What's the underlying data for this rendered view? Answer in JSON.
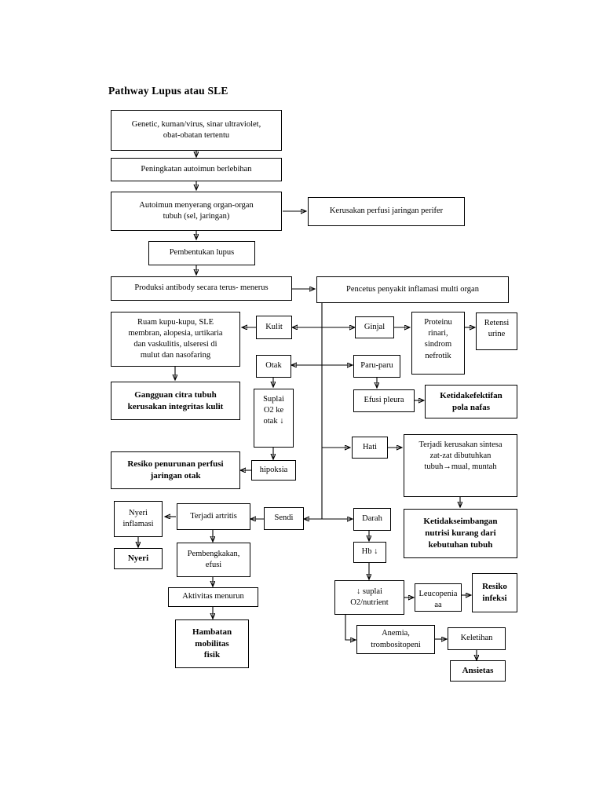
{
  "title": "Pathway Lupus atau SLE",
  "diagram": {
    "type": "flowchart",
    "nodes": {
      "n1": {
        "label": "Genetic, kuman/virus, sinar ultraviolet,\nobat-obatan tertentu"
      },
      "n2": {
        "label": "Peningkatan autoimun berlebihan"
      },
      "n3": {
        "label": "Autoimun menyerang organ-organ\ntubuh (sel, jaringan)"
      },
      "n4": {
        "label": "Kerusakan perfusi jaringan perifer"
      },
      "n5": {
        "label": "Pembentukan lupus"
      },
      "n6": {
        "label": "Produksi antibody secara terus- menerus"
      },
      "n7": {
        "label": "Pencetus penyakit inflamasi multi organ"
      },
      "n8": {
        "label": "Ruam kupu-kupu, SLE\nmembran, alopesia, urtikaria\ndan vaskulitis, ulseresi di\nmulut dan nasofaring"
      },
      "n9": {
        "label": "Kulit"
      },
      "n10": {
        "label": "Ginjal"
      },
      "n11": {
        "label": "Proteinu\nrinari,\nsindrom\nnefrotik"
      },
      "n12": {
        "label": "Retensi\nurine"
      },
      "n13": {
        "label": "Otak"
      },
      "n14": {
        "label": "Paru-paru"
      },
      "n15": {
        "label": "Gangguan citra tubuh\nkerusakan integritas kulit"
      },
      "n16": {
        "label": "Suplai\nO2 ke\notak ↓"
      },
      "n17": {
        "label": "Efusi pleura"
      },
      "n18": {
        "label": "Ketidakefektifan\npola nafas"
      },
      "n19": {
        "label": "Hati"
      },
      "n20": {
        "label": "Terjadi kerusakan sintesa\nzat-zat dibutuhkan\ntubuh→mual, muntah"
      },
      "n21": {
        "label": "Resiko penurunan perfusi\njaringan otak"
      },
      "n22": {
        "label": "hipoksia"
      },
      "n23": {
        "label": "Nyeri\ninflamasi"
      },
      "n24": {
        "label": "Terjadi artritis"
      },
      "n25": {
        "label": "Sendi"
      },
      "n26": {
        "label": "Darah"
      },
      "n27": {
        "label": "Ketidakseimbangan\nnutrisi kurang dari\nkebutuhan tubuh"
      },
      "n28": {
        "label": "Nyeri"
      },
      "n29": {
        "label": "Pembengkakan,\nefusi"
      },
      "n30": {
        "label": "Hb ↓"
      },
      "n31": {
        "label": "Aktivitas menurun"
      },
      "n32": {
        "label": "↓ suplai\nO2/nutrient"
      },
      "n33": {
        "label": "Leucopenia\naa"
      },
      "n34": {
        "label": "Resiko\ninfeksi"
      },
      "n35": {
        "label": "Hambatan\nmobilitas\nfisik"
      },
      "n36": {
        "label": "Anemia,\ntrombositopeni"
      },
      "n37": {
        "label": "Keletihan"
      },
      "n38": {
        "label": "Ansietas"
      }
    },
    "edges": [
      {
        "from": "n1",
        "to": "n2",
        "kind": "arrow"
      },
      {
        "from": "n2",
        "to": "n3",
        "kind": "arrow"
      },
      {
        "from": "n3",
        "to": "n4",
        "kind": "arrow"
      },
      {
        "from": "n3",
        "to": "n5",
        "kind": "arrow"
      },
      {
        "from": "n5",
        "to": "n6",
        "kind": "arrow"
      },
      {
        "from": "n6",
        "to": "n7",
        "kind": "arrow"
      },
      {
        "from": "n7",
        "to": "n9",
        "kind": "arrow"
      },
      {
        "from": "n7",
        "to": "n10",
        "kind": "arrow"
      },
      {
        "from": "n7",
        "to": "n13",
        "kind": "arrow"
      },
      {
        "from": "n7",
        "to": "n14",
        "kind": "arrow"
      },
      {
        "from": "n7",
        "to": "n19",
        "kind": "arrow"
      },
      {
        "from": "n7",
        "to": "n25",
        "kind": "arrow"
      },
      {
        "from": "n7",
        "to": "n26",
        "kind": "arrow"
      },
      {
        "from": "n9",
        "to": "n8",
        "kind": "arrow"
      },
      {
        "from": "n8",
        "to": "n15",
        "kind": "arrow"
      },
      {
        "from": "n10",
        "to": "n11",
        "kind": "arrow"
      },
      {
        "from": "n11",
        "to": "n12",
        "kind": "arrow"
      },
      {
        "from": "n13",
        "to": "n16",
        "kind": "arrow"
      },
      {
        "from": "n16",
        "to": "n22",
        "kind": "arrow"
      },
      {
        "from": "n22",
        "to": "n21",
        "kind": "arrow"
      },
      {
        "from": "n14",
        "to": "n17",
        "kind": "arrow"
      },
      {
        "from": "n17",
        "to": "n18",
        "kind": "arrow"
      },
      {
        "from": "n19",
        "to": "n20",
        "kind": "arrow"
      },
      {
        "from": "n20",
        "to": "n27",
        "kind": "arrow"
      },
      {
        "from": "n25",
        "to": "n24",
        "kind": "arrow"
      },
      {
        "from": "n24",
        "to": "n23",
        "kind": "arrow"
      },
      {
        "from": "n23",
        "to": "n28",
        "kind": "arrow"
      },
      {
        "from": "n24",
        "to": "n29",
        "kind": "arrow"
      },
      {
        "from": "n29",
        "to": "n31",
        "kind": "arrow"
      },
      {
        "from": "n31",
        "to": "n35",
        "kind": "arrow"
      },
      {
        "from": "n26",
        "to": "n30",
        "kind": "arrow"
      },
      {
        "from": "n30",
        "to": "n32",
        "kind": "arrow"
      },
      {
        "from": "n32",
        "to": "n33",
        "kind": "arrow"
      },
      {
        "from": "n33",
        "to": "n34",
        "kind": "arrow"
      },
      {
        "from": "n32",
        "to": "n36",
        "kind": "arrow"
      },
      {
        "from": "n36",
        "to": "n37",
        "kind": "arrow"
      },
      {
        "from": "n37",
        "to": "n38",
        "kind": "arrow"
      }
    ]
  },
  "colors": {
    "page_background": "#ffffff",
    "stroke": "#000000",
    "text": "#000000"
  }
}
